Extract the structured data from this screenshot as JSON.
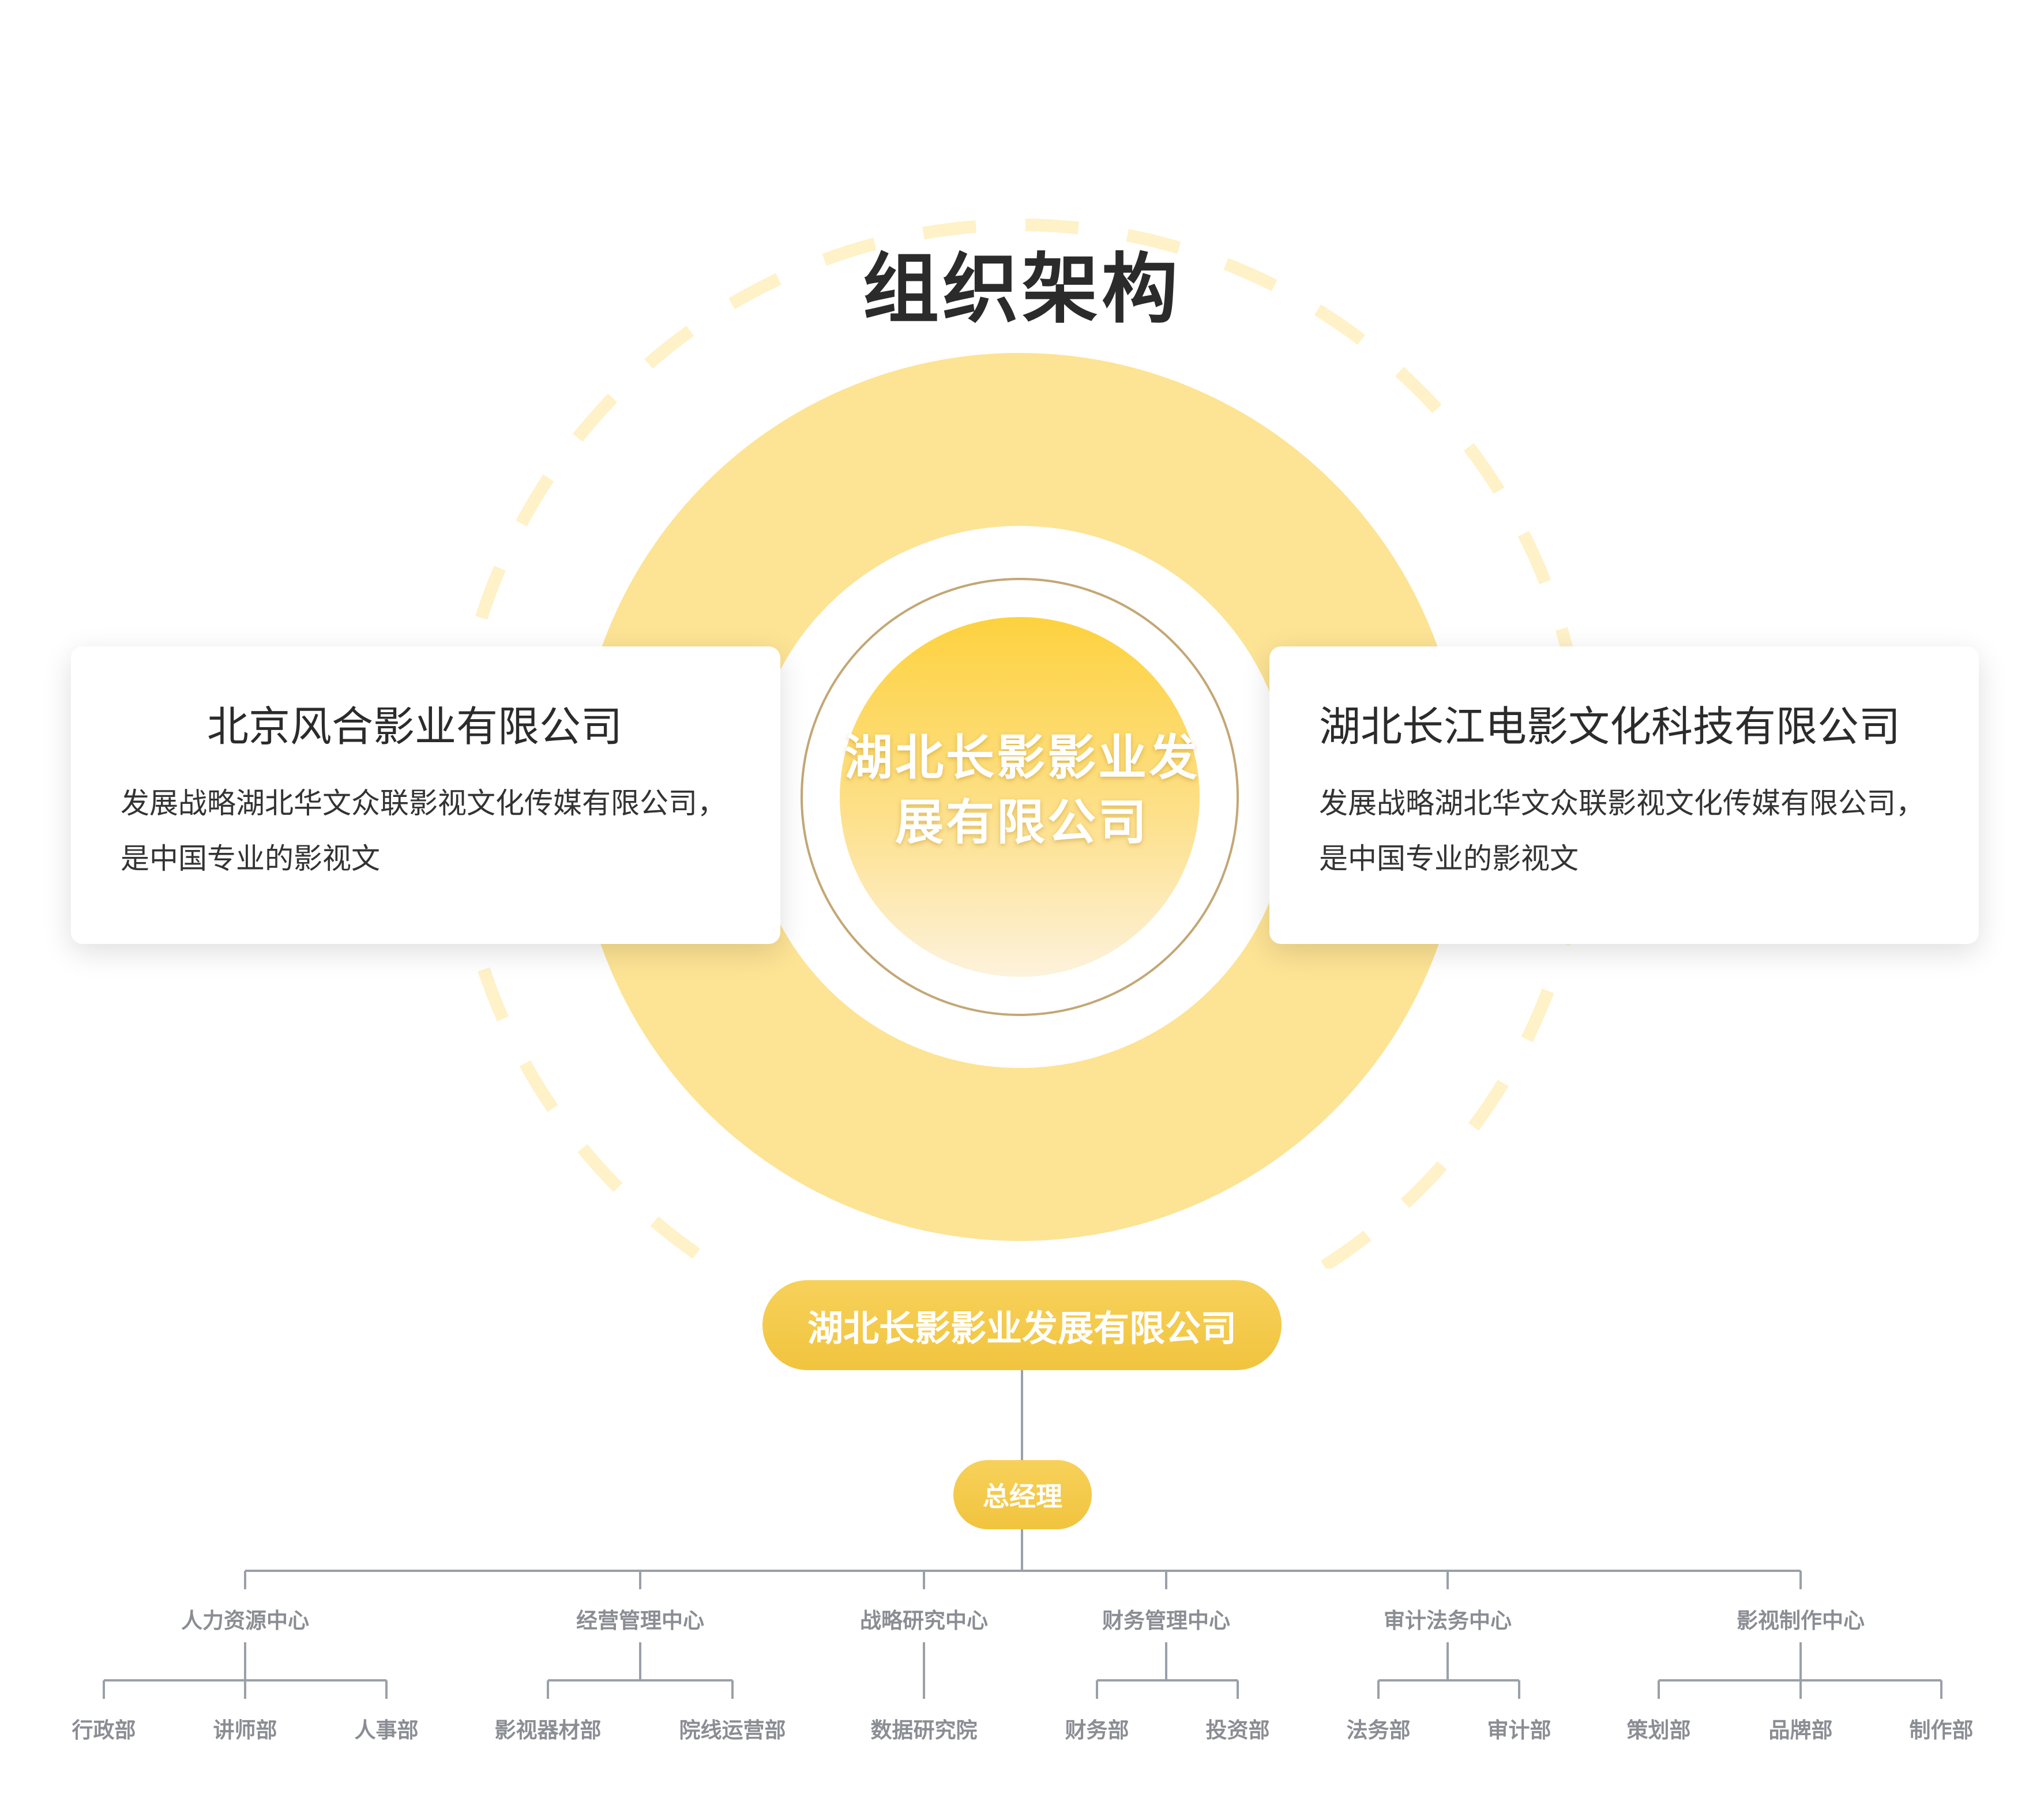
{
  "page_title": "组织架构",
  "colors": {
    "yellow": "#f3c640",
    "yellow_soft": "#fde394",
    "ring_dash": "#fff1c8",
    "line_gray": "#9aa0a8",
    "gold_outline": "#c3a775"
  },
  "center": {
    "name": "湖北长影影业发展有限公司"
  },
  "cards": {
    "left": {
      "title": "北京风合影业有限公司",
      "description": "发展战略湖北华文众联影视文化传媒有限公司，是中国专业的影视文"
    },
    "right": {
      "title": "湖北长江电影文化科技有限公司",
      "description": "发展战略湖北华文众联影视文化传媒有限公司，是中国专业的影视文"
    }
  },
  "org_chart": {
    "root": "湖北长影影业发展有限公司",
    "general_manager": "总经理",
    "centers": [
      {
        "name": "人力资源中心",
        "departments": [
          "行政部",
          "讲师部",
          "人事部"
        ]
      },
      {
        "name": "经营管理中心",
        "departments": [
          "影视器材部",
          "院线运营部"
        ]
      },
      {
        "name": "战略研究中心",
        "departments": [
          "数据研究院"
        ]
      },
      {
        "name": "财务管理中心",
        "departments": [
          "财务部",
          "投资部"
        ]
      },
      {
        "name": "审计法务中心",
        "departments": [
          "法务部",
          "审计部"
        ]
      },
      {
        "name": "影视制作中心",
        "departments": [
          "策划部",
          "品牌部",
          "制作部"
        ]
      }
    ]
  }
}
